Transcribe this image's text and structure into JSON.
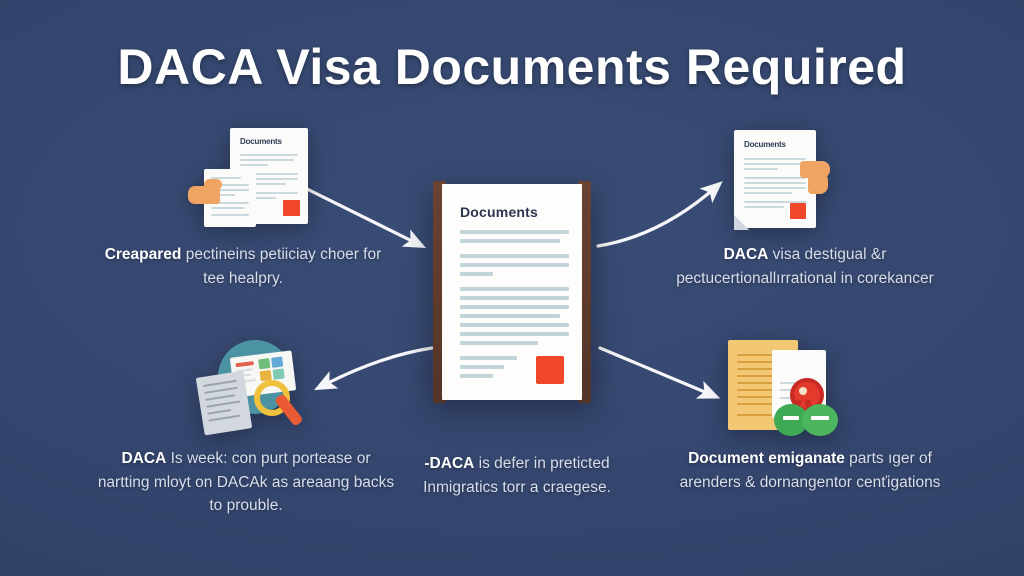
{
  "page": {
    "title": "DACA Visa Documents Required",
    "background_color": "#34456d",
    "accent_color": "#f0462a",
    "text_color": "#d7dde9",
    "title_color": "#ffffff"
  },
  "center": {
    "document_heading": "Documents",
    "seal_color": "#f0462a",
    "spine_color": "#553327"
  },
  "nodes": [
    {
      "id": "top-left",
      "position": "top-left",
      "icon": "document-with-hand-icon",
      "lead": "Creapared",
      "rest": " pectineins petiiciay choer for tee healpry.",
      "full_text": "Creapared pectineins petiiciay choer for tee healpry."
    },
    {
      "id": "top-right",
      "position": "top-right",
      "icon": "document-pointing-hand-icon",
      "lead": "DACA",
      "rest": " visa destigual &r pectucertionallırrational in corekancer",
      "full_text": "DACA visa destigual &r pectucertionallırrational in corekancer"
    },
    {
      "id": "bottom-left",
      "position": "bottom-left",
      "icon": "magnifying-glass-documents-icon",
      "lead": "DACA",
      "rest": " Is week: con purt portease or nartting mloyt on DACAk as areaang backs to prouble.",
      "full_text": "DACA Is week: con purt portease or nartting mloyt on DACAk as areaang backs to prouble."
    },
    {
      "id": "bottom-center",
      "position": "bottom-center",
      "icon": "none",
      "lead": "-DACA",
      "rest": " is defer in preticted Inmigratics torr a craegese.",
      "full_text": "-DACA is defer in preticted Inmigratics torr a craegese."
    },
    {
      "id": "bottom-right",
      "position": "bottom-right",
      "icon": "certificate-badges-icon",
      "lead": "Document emiganate",
      "rest": " parts ıger of arenders & dornangentor cenťigations",
      "full_text": "Document emiganate parts ıger of arenders & dornangentor cenťigations"
    }
  ],
  "icons": {
    "center_document": "document-icon",
    "top_left": "document-with-hand-icon",
    "top_right": "document-pointing-hand-icon",
    "bottom_left": "magnifying-glass-documents-icon",
    "bottom_right": "certificate-badges-icon",
    "arrow_tl": "arrow-down-right-icon",
    "arrow_tr": "arrow-up-right-curved-icon",
    "arrow_bl": "arrow-down-left-curved-icon",
    "arrow_br": "arrow-down-right-icon"
  }
}
